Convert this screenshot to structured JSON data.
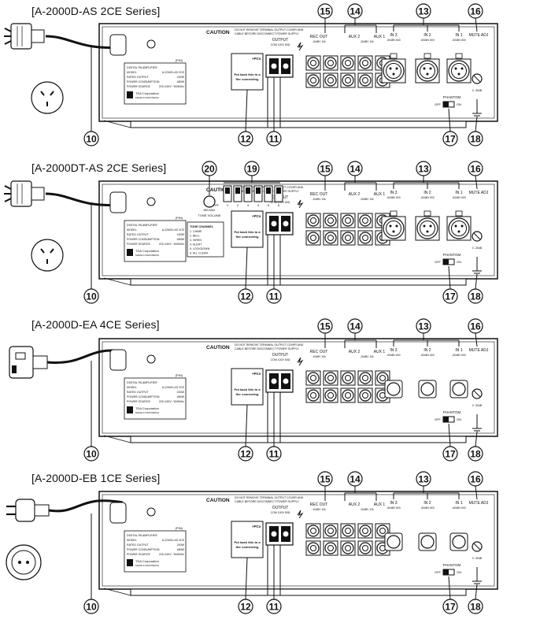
{
  "diagram": {
    "callout_labels": {
      "c10": "10",
      "c11": "11",
      "c12": "12",
      "c13": "13",
      "c14": "14",
      "c15": "15",
      "c16": "16",
      "c17": "17",
      "c18": "18",
      "c19": "19",
      "c20": "20"
    },
    "panel_labels": {
      "caution": "CAUTION",
      "caution_text_1": "DO NOT REMOVE TERMINAL OUTPUT COVER AND",
      "caution_text_2": "CABLE BEFORE DISCONNECT POWER SUPPLY",
      "output": "OUTPUT",
      "output_sub": "COM  100V  50Ω",
      "rec_out": "REC OUT",
      "rec_out_sub": "-10dBV 10kΩ UNBALANCED",
      "aux2": "AUX 2",
      "aux1": "AUX 1",
      "aux_sub": "-20dBV 10kΩ UNBALANCED",
      "in3": "IN 3",
      "in2": "IN 2",
      "in1": "IN 1",
      "in_sub": "-60dBV 600Ω BALANCED",
      "mute_adj": "MUTE ADJ",
      "phantom": "PHANTOM",
      "off": "OFF",
      "on": "ON",
      "pcs": "+PCs",
      "put_back": "Put back this to after connecting",
      "tone_volume": "TONE VOLUME",
      "min_max": "MIN  MAX",
      "tone_channel": "TONE CHANNEL",
      "tone_list": [
        "1. CHIME",
        "2. BELL",
        "3. SIREN",
        "4. ALERT",
        "5. LOCKDOWN",
        "6. ALL CLEAR"
      ],
      "switch_numbers": [
        "1",
        "2",
        "3",
        "4",
        "5",
        "6"
      ],
      "off_label": "OFF",
      "pin_label": "(PIN)",
      "mute_level": "0  -30dB",
      "label_lines": [
        "DIGITAL PA AMPLIFIER",
        "MODEL",
        "RATED OUTPUT",
        "POWER CONSUMPTION",
        "POWER SOURCE"
      ],
      "label_values": [
        "A-2240D-AS 2CE",
        "240W",
        "480W",
        "220-240V~ 50/60Hz"
      ],
      "tda_corp": "TDA Corporation",
      "made_in": "MADE IN INDONESIA"
    },
    "series": [
      {
        "title": "[A-2000D-AS 2CE Series]"
      },
      {
        "title": "[A-2000DT-AS 2CE Series]"
      },
      {
        "title": "[A-2000D-EA 4CE Series]"
      },
      {
        "title": "[A-2000D-EB 1CE Series]"
      }
    ]
  }
}
